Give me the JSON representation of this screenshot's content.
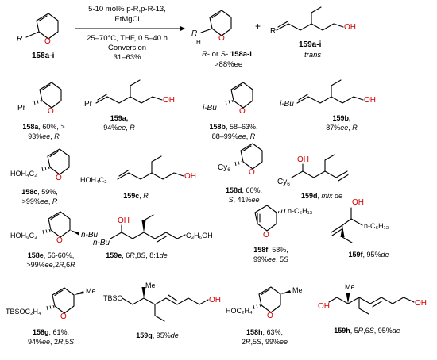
{
  "scheme": {
    "reaction": {
      "substrate_label": "158a-i",
      "conditions": [
        "5-10 mol% p-R,p-R-13,",
        "EtMgCl",
        "25–70°C, THF, 0.5–40 h",
        "Conversion",
        "31–63%"
      ],
      "plus": "+",
      "product1_label": "R- or S- 158a-i",
      "product1_sub": ">88%ee",
      "product2_label": "159a-i",
      "product2_sub": "trans"
    },
    "atoms": {
      "O": "O",
      "OH": "OH",
      "R": "R",
      "H": "H",
      "Pr": "Pr",
      "iBu": "i-Bu",
      "nBu": "n-Bu",
      "Me": "Me",
      "Cy6": "Cy6"
    },
    "substituents": {
      "HOH4C2": "HOH₄C₂",
      "HOH6C3": "HOH₆C₃",
      "nC6H13": "n-C₆H₁₃",
      "C3H6OH": "C₃H₆OH",
      "TBSOC2H4": "TBSOC₂H₄",
      "TBSO": "TBSO",
      "HOC2H4": "HOC₂H₄"
    },
    "compounds": [
      {
        "name": "158a",
        "lines": [
          "158a, 60%, >",
          "93%ee, R"
        ]
      },
      {
        "name": "159a",
        "lines": [
          "159a,",
          "94%ee, R"
        ]
      },
      {
        "name": "158b",
        "lines": [
          "158b, 58–63%,",
          "88–99%ee, R"
        ]
      },
      {
        "name": "159b",
        "lines": [
          "159b,",
          "87%ee, R"
        ]
      },
      {
        "name": "158c",
        "lines": [
          "158c, 59%,",
          ">99%ee, R"
        ]
      },
      {
        "name": "159c",
        "lines": [
          "159c, R"
        ]
      },
      {
        "name": "158d",
        "lines": [
          "158d, 60%,",
          "S, 41%ee"
        ]
      },
      {
        "name": "159d",
        "lines": [
          "159d, mix de"
        ]
      },
      {
        "name": "158e",
        "lines": [
          "158e, 56-60%,",
          ">99%ee,2R,6R"
        ]
      },
      {
        "name": "159e",
        "lines": [
          "159e, 6R,8S, 8:1de"
        ]
      },
      {
        "name": "158f",
        "lines": [
          "158f, 58%,",
          "99%ee, 5S"
        ]
      },
      {
        "name": "159f",
        "lines": [
          "159f, 95%de"
        ]
      },
      {
        "name": "158g",
        "lines": [
          "158g, 61%,",
          "94%ee, 2R,5S"
        ]
      },
      {
        "name": "159g",
        "lines": [
          "159g, 95%de"
        ]
      },
      {
        "name": "158h",
        "lines": [
          "158h, 63%,",
          "2R,5S, 99%ee"
        ]
      },
      {
        "name": "159h",
        "lines": [
          "159h, 5R,6S, 95%de"
        ]
      }
    ]
  }
}
